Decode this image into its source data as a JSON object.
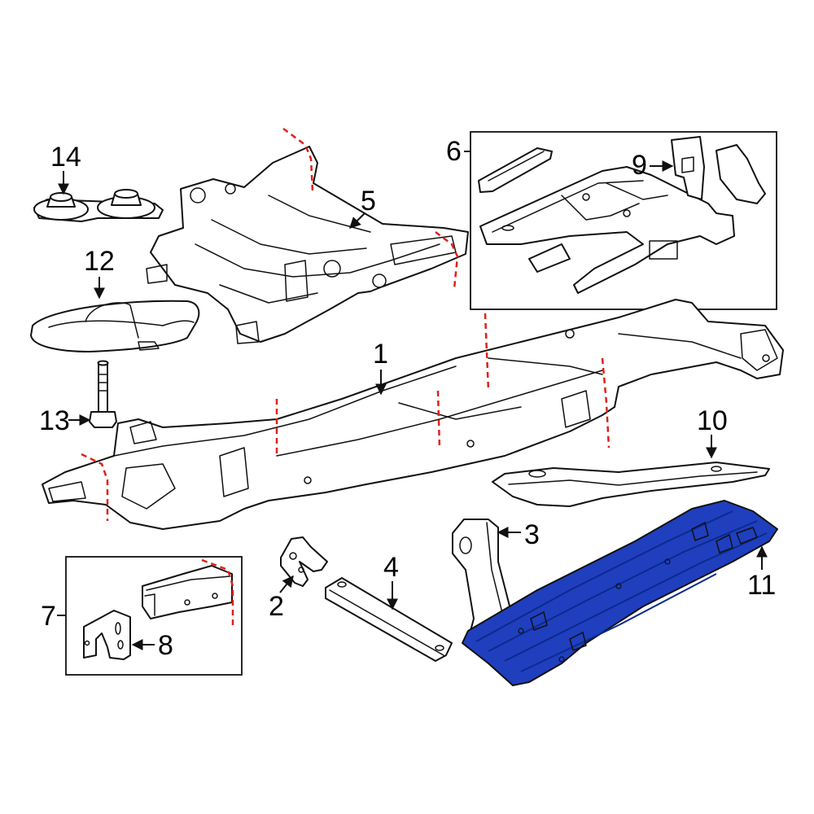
{
  "colors": {
    "highlight": "#1f3fbf",
    "highlight_dark": "#0c2a8c",
    "cut_line": "#e0201a",
    "line": "#111111"
  },
  "callouts": {
    "frame": "1",
    "bracket_2": "2",
    "bracket_3": "3",
    "crossmember_4": "4",
    "front_crossmember_5": "5",
    "rear_section_6": "6",
    "front_rail_7": "7",
    "bracket_8": "8",
    "bracket_9": "9",
    "shield_10": "10",
    "skid_plate_11": "11",
    "shield_12": "12",
    "bolt_13": "13",
    "insulator_14": "14"
  }
}
